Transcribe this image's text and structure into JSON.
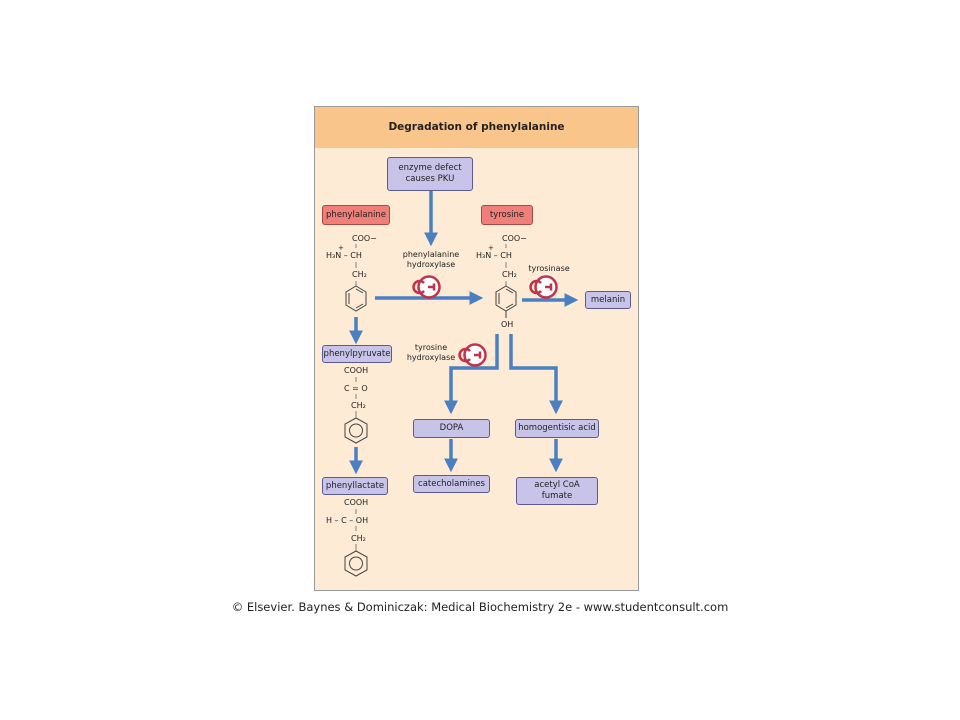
{
  "title": "Degradation of phenylalanine",
  "nodes": {
    "enzyme_defect": "enzyme defect\ncauses PKU",
    "phenylalanine": "phenylalanine",
    "tyrosine": "tyrosine",
    "melanin": "melanin",
    "phenylpyruvate": "phenylpyruvate",
    "dopa": "DOPA",
    "homogentisic_acid": "homogentisic acid",
    "phenyllactate": "phenyllactate",
    "catecholamines": "catecholamines",
    "acetyl_coa_fumate": "acetyl CoA\nfumate"
  },
  "enzymes": {
    "phenylalanine_hydroxylase": "phenylalanine\nhydroxylase",
    "tyrosinase": "tyrosinase",
    "tyrosine_hydroxylase": "tyrosine\nhydroxylase"
  },
  "structures": {
    "coo_minus": "COO−",
    "h3n_ch": "H₃N – CH",
    "plus": "+",
    "ch2": "CH₂",
    "oh": "OH",
    "cooh": "COOH",
    "c_o": "C = O",
    "h_c_oh": "H – C – OH"
  },
  "caption": "© Elsevier. Baynes & Dominiczak: Medical Biochemistry 2e - www.studentconsult.com",
  "colors": {
    "header": "#f9c58a",
    "background": "#fdebd6",
    "amino_acid_box": "#ef7f78",
    "metabolite_box": "#c8c3e8",
    "arrow": "#4a7fc1",
    "enzyme_symbol": "#c0334a"
  }
}
